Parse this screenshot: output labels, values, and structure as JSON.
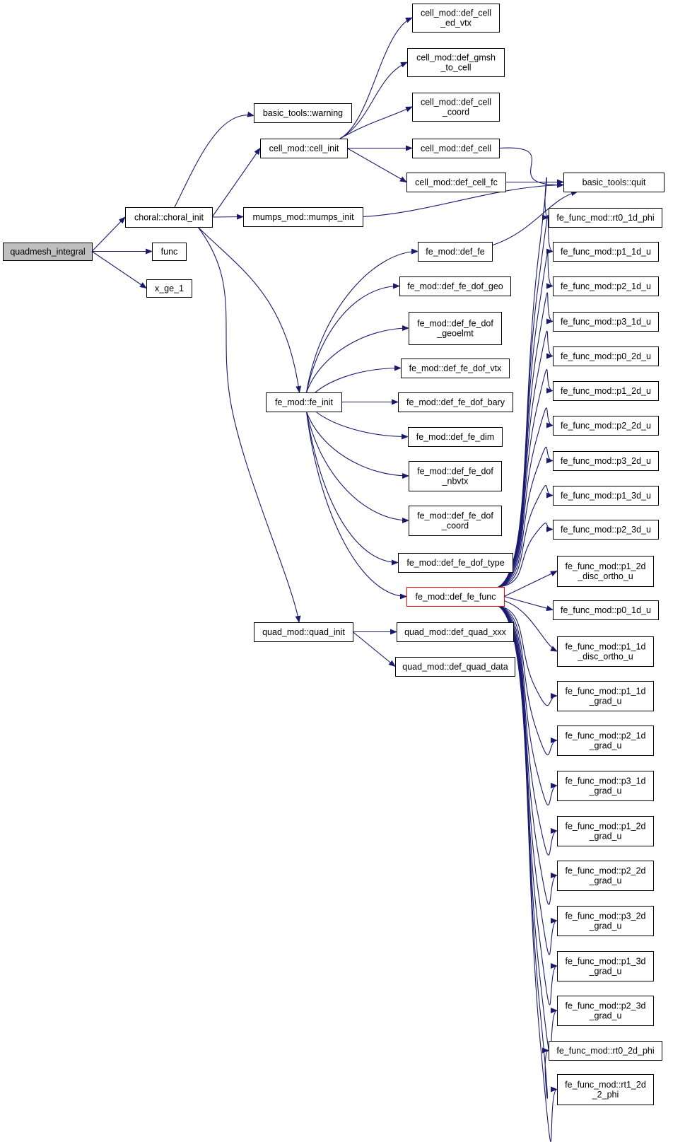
{
  "colors": {
    "edge": "#191970",
    "root_fill": "#bfbfbf",
    "box_stroke": "#000000",
    "highlight_stroke": "#ff0000",
    "background": "#ffffff"
  },
  "nodes": [
    {
      "id": "quadmesh_integral",
      "lines": [
        "quadmesh_integral"
      ],
      "root": true
    },
    {
      "id": "func",
      "lines": [
        "func"
      ]
    },
    {
      "id": "x_ge_1",
      "lines": [
        "x_ge_1"
      ]
    },
    {
      "id": "choral_init",
      "lines": [
        "choral::choral_init"
      ]
    },
    {
      "id": "warning",
      "lines": [
        "basic_tools::warning"
      ]
    },
    {
      "id": "cell_init",
      "lines": [
        "cell_mod::cell_init"
      ]
    },
    {
      "id": "mumps_init",
      "lines": [
        "mumps_mod::mumps_init"
      ]
    },
    {
      "id": "fe_init",
      "lines": [
        "fe_mod::fe_init"
      ]
    },
    {
      "id": "quad_init",
      "lines": [
        "quad_mod::quad_init"
      ]
    },
    {
      "id": "def_cell_ed_vtx",
      "lines": [
        "cell_mod::def_cell",
        "_ed_vtx"
      ]
    },
    {
      "id": "def_gmsh_to_cell",
      "lines": [
        "cell_mod::def_gmsh",
        "_to_cell"
      ]
    },
    {
      "id": "def_cell_coord",
      "lines": [
        "cell_mod::def_cell",
        "_coord"
      ]
    },
    {
      "id": "def_cell",
      "lines": [
        "cell_mod::def_cell"
      ]
    },
    {
      "id": "def_cell_fc",
      "lines": [
        "cell_mod::def_cell_fc"
      ]
    },
    {
      "id": "quit",
      "lines": [
        "basic_tools::quit"
      ]
    },
    {
      "id": "def_fe",
      "lines": [
        "fe_mod::def_fe"
      ]
    },
    {
      "id": "def_fe_dof_geo",
      "lines": [
        "fe_mod::def_fe_dof_geo"
      ]
    },
    {
      "id": "def_fe_dof_geoelmt",
      "lines": [
        "fe_mod::def_fe_dof",
        "_geoelmt"
      ]
    },
    {
      "id": "def_fe_dof_vtx",
      "lines": [
        "fe_mod::def_fe_dof_vtx"
      ]
    },
    {
      "id": "def_fe_dof_bary",
      "lines": [
        "fe_mod::def_fe_dof_bary"
      ]
    },
    {
      "id": "def_fe_dim",
      "lines": [
        "fe_mod::def_fe_dim"
      ]
    },
    {
      "id": "def_fe_dof_nbvtx",
      "lines": [
        "fe_mod::def_fe_dof",
        "_nbvtx"
      ]
    },
    {
      "id": "def_fe_dof_coord",
      "lines": [
        "fe_mod::def_fe_dof",
        "_coord"
      ]
    },
    {
      "id": "def_fe_dof_type",
      "lines": [
        "fe_mod::def_fe_dof_type"
      ]
    },
    {
      "id": "def_fe_func",
      "lines": [
        "fe_mod::def_fe_func"
      ],
      "highlight": true
    },
    {
      "id": "def_quad_xxx",
      "lines": [
        "quad_mod::def_quad_xxx"
      ]
    },
    {
      "id": "def_quad_data",
      "lines": [
        "quad_mod::def_quad_data"
      ]
    },
    {
      "id": "rt0_1d_phi",
      "lines": [
        "fe_func_mod::rt0_1d_phi"
      ]
    },
    {
      "id": "p1_1d_u",
      "lines": [
        "fe_func_mod::p1_1d_u"
      ]
    },
    {
      "id": "p2_1d_u",
      "lines": [
        "fe_func_mod::p2_1d_u"
      ]
    },
    {
      "id": "p3_1d_u",
      "lines": [
        "fe_func_mod::p3_1d_u"
      ]
    },
    {
      "id": "p0_2d_u",
      "lines": [
        "fe_func_mod::p0_2d_u"
      ]
    },
    {
      "id": "p1_2d_u",
      "lines": [
        "fe_func_mod::p1_2d_u"
      ]
    },
    {
      "id": "p2_2d_u",
      "lines": [
        "fe_func_mod::p2_2d_u"
      ]
    },
    {
      "id": "p3_2d_u",
      "lines": [
        "fe_func_mod::p3_2d_u"
      ]
    },
    {
      "id": "p1_3d_u",
      "lines": [
        "fe_func_mod::p1_3d_u"
      ]
    },
    {
      "id": "p2_3d_u",
      "lines": [
        "fe_func_mod::p2_3d_u"
      ]
    },
    {
      "id": "p1_2d_disc_ortho_u",
      "lines": [
        "fe_func_mod::p1_2d",
        "_disc_ortho_u"
      ]
    },
    {
      "id": "p0_1d_u",
      "lines": [
        "fe_func_mod::p0_1d_u"
      ]
    },
    {
      "id": "p1_1d_disc_ortho_u",
      "lines": [
        "fe_func_mod::p1_1d",
        "_disc_ortho_u"
      ]
    },
    {
      "id": "p1_1d_grad_u",
      "lines": [
        "fe_func_mod::p1_1d",
        "_grad_u"
      ]
    },
    {
      "id": "p2_1d_grad_u",
      "lines": [
        "fe_func_mod::p2_1d",
        "_grad_u"
      ]
    },
    {
      "id": "p3_1d_grad_u",
      "lines": [
        "fe_func_mod::p3_1d",
        "_grad_u"
      ]
    },
    {
      "id": "p1_2d_grad_u",
      "lines": [
        "fe_func_mod::p1_2d",
        "_grad_u"
      ]
    },
    {
      "id": "p2_2d_grad_u",
      "lines": [
        "fe_func_mod::p2_2d",
        "_grad_u"
      ]
    },
    {
      "id": "p3_2d_grad_u",
      "lines": [
        "fe_func_mod::p3_2d",
        "_grad_u"
      ]
    },
    {
      "id": "p1_3d_grad_u",
      "lines": [
        "fe_func_mod::p1_3d",
        "_grad_u"
      ]
    },
    {
      "id": "p2_3d_grad_u",
      "lines": [
        "fe_func_mod::p2_3d",
        "_grad_u"
      ]
    },
    {
      "id": "rt0_2d_phi",
      "lines": [
        "fe_func_mod::rt0_2d_phi"
      ]
    },
    {
      "id": "rt1_2d_2_phi",
      "lines": [
        "fe_func_mod::rt1_2d",
        "_2_phi"
      ]
    }
  ],
  "edges": [
    [
      "quadmesh_integral",
      "choral_init"
    ],
    [
      "quadmesh_integral",
      "func"
    ],
    [
      "quadmesh_integral",
      "x_ge_1"
    ],
    [
      "choral_init",
      "warning"
    ],
    [
      "choral_init",
      "cell_init"
    ],
    [
      "choral_init",
      "mumps_init"
    ],
    [
      "choral_init",
      "fe_init"
    ],
    [
      "choral_init",
      "quad_init"
    ],
    [
      "cell_init",
      "def_cell_ed_vtx"
    ],
    [
      "cell_init",
      "def_gmsh_to_cell"
    ],
    [
      "cell_init",
      "def_cell_coord"
    ],
    [
      "cell_init",
      "def_cell"
    ],
    [
      "cell_init",
      "def_cell_fc"
    ],
    [
      "def_cell",
      "quit"
    ],
    [
      "def_cell_fc",
      "quit"
    ],
    [
      "mumps_init",
      "quit"
    ],
    [
      "def_fe",
      "quit"
    ],
    [
      "fe_init",
      "def_fe"
    ],
    [
      "fe_init",
      "def_fe_dof_geo"
    ],
    [
      "fe_init",
      "def_fe_dof_geoelmt"
    ],
    [
      "fe_init",
      "def_fe_dof_vtx"
    ],
    [
      "fe_init",
      "def_fe_dof_bary"
    ],
    [
      "fe_init",
      "def_fe_dim"
    ],
    [
      "fe_init",
      "def_fe_dof_nbvtx"
    ],
    [
      "fe_init",
      "def_fe_dof_coord"
    ],
    [
      "fe_init",
      "def_fe_dof_type"
    ],
    [
      "fe_init",
      "def_fe_func"
    ],
    [
      "quad_init",
      "def_quad_xxx"
    ],
    [
      "quad_init",
      "def_quad_data"
    ],
    [
      "def_fe_func",
      "rt0_1d_phi"
    ],
    [
      "def_fe_func",
      "p1_1d_u"
    ],
    [
      "def_fe_func",
      "p2_1d_u"
    ],
    [
      "def_fe_func",
      "p3_1d_u"
    ],
    [
      "def_fe_func",
      "p0_2d_u"
    ],
    [
      "def_fe_func",
      "p1_2d_u"
    ],
    [
      "def_fe_func",
      "p2_2d_u"
    ],
    [
      "def_fe_func",
      "p3_2d_u"
    ],
    [
      "def_fe_func",
      "p1_3d_u"
    ],
    [
      "def_fe_func",
      "p2_3d_u"
    ],
    [
      "def_fe_func",
      "p1_2d_disc_ortho_u"
    ],
    [
      "def_fe_func",
      "p0_1d_u"
    ],
    [
      "def_fe_func",
      "p1_1d_disc_ortho_u"
    ],
    [
      "def_fe_func",
      "p1_1d_grad_u"
    ],
    [
      "def_fe_func",
      "p2_1d_grad_u"
    ],
    [
      "def_fe_func",
      "p3_1d_grad_u"
    ],
    [
      "def_fe_func",
      "p1_2d_grad_u"
    ],
    [
      "def_fe_func",
      "p2_2d_grad_u"
    ],
    [
      "def_fe_func",
      "p3_2d_grad_u"
    ],
    [
      "def_fe_func",
      "p1_3d_grad_u"
    ],
    [
      "def_fe_func",
      "p2_3d_grad_u"
    ],
    [
      "def_fe_func",
      "rt0_2d_phi"
    ],
    [
      "def_fe_func",
      "rt1_2d_2_phi"
    ]
  ]
}
